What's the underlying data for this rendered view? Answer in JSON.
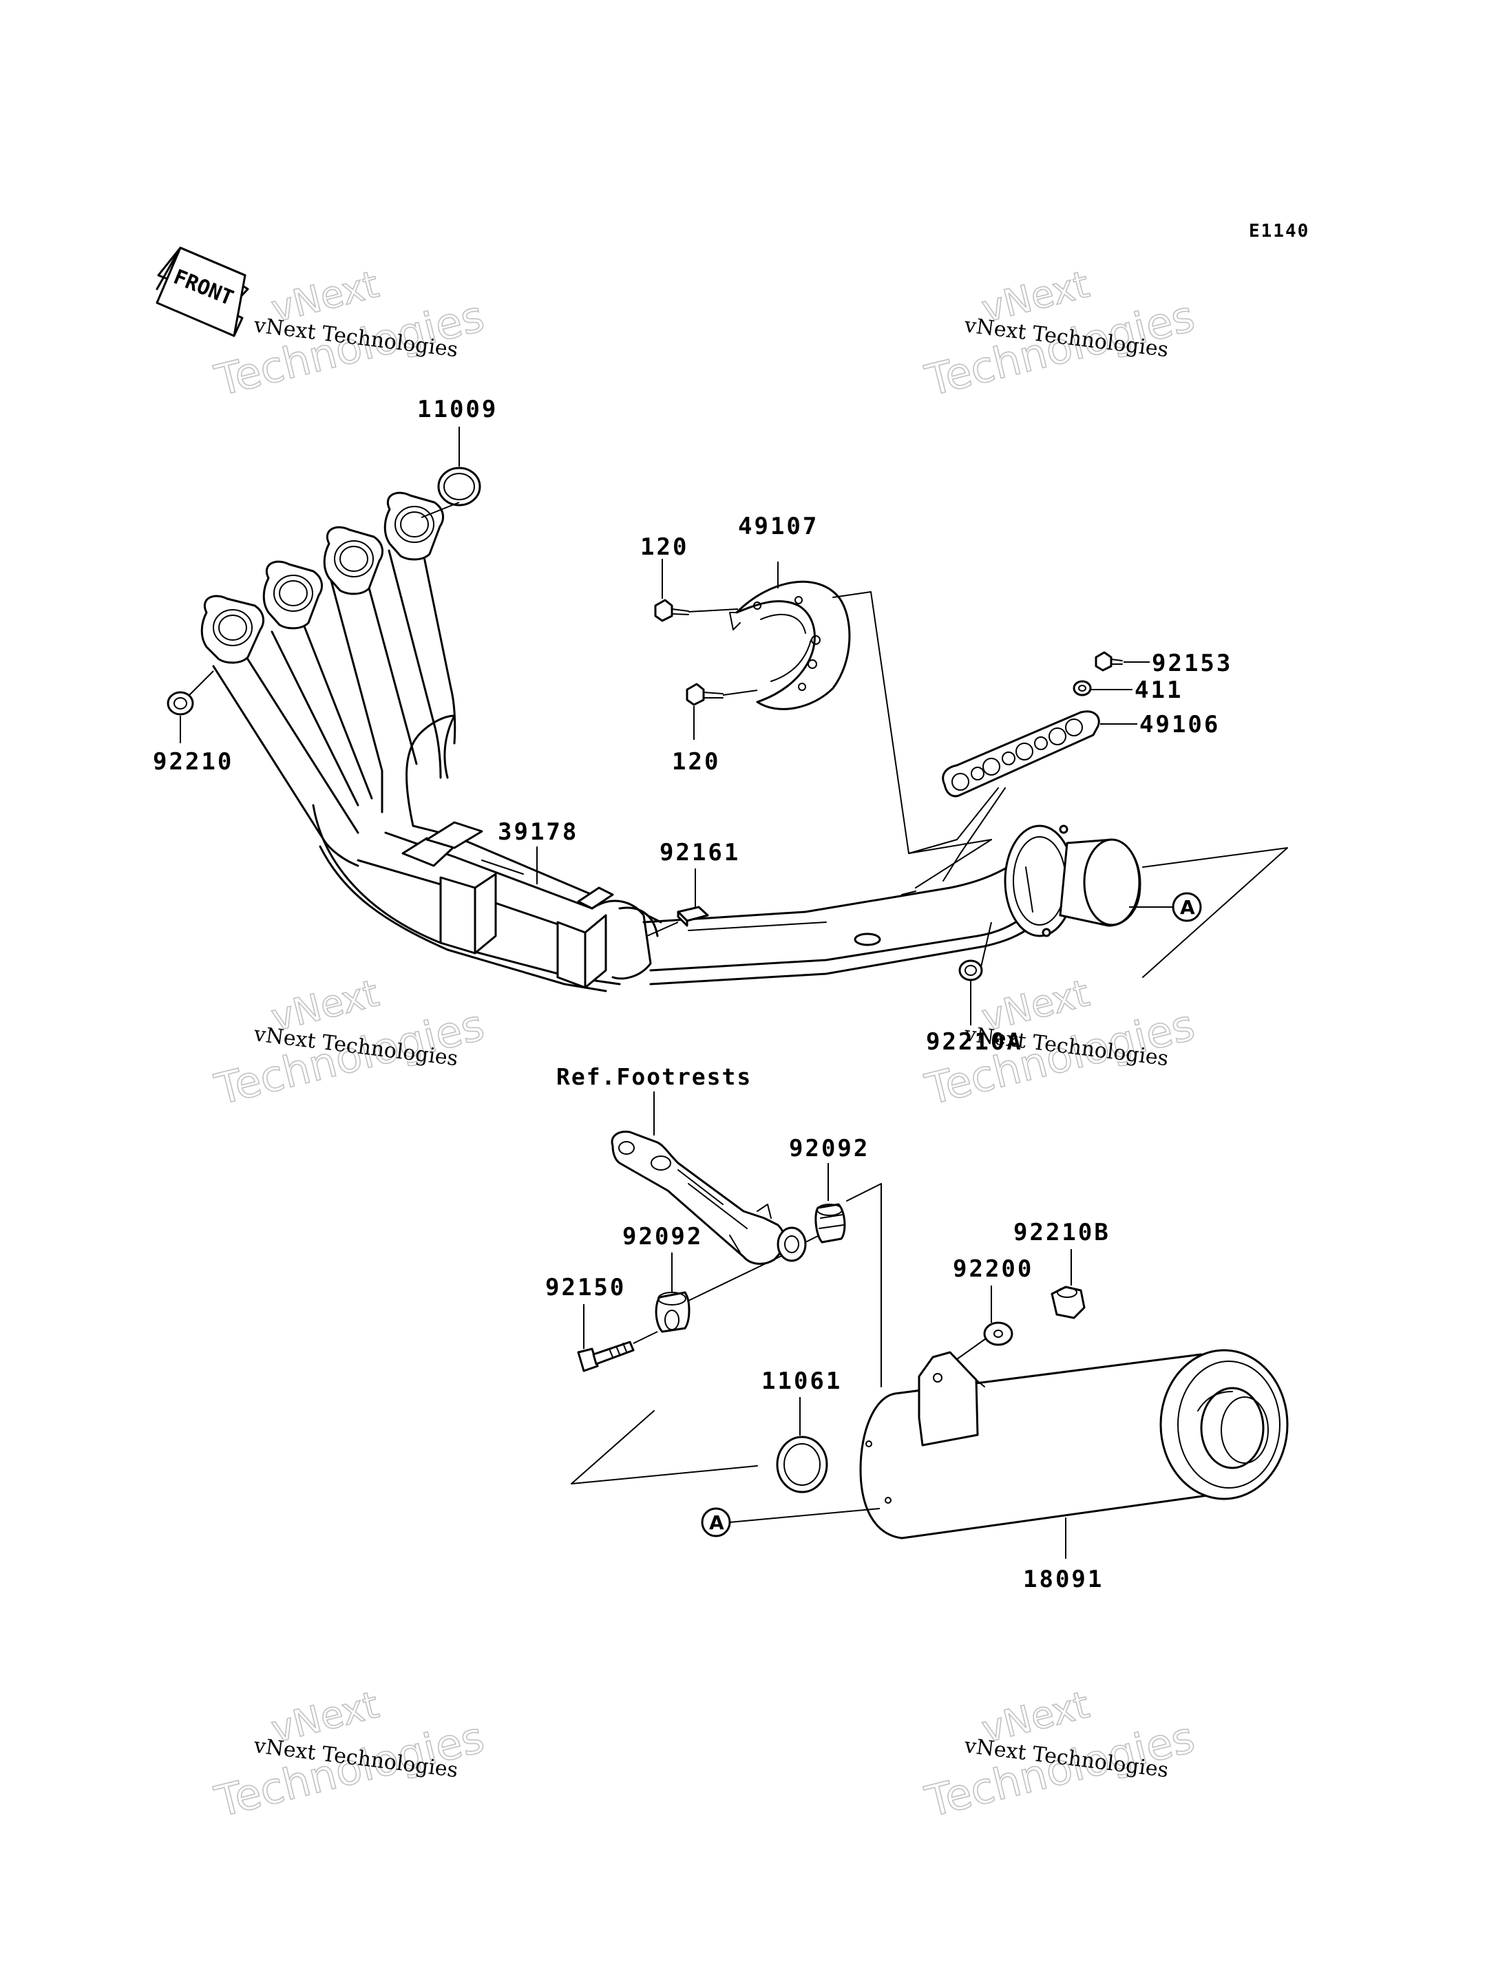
{
  "diagram_code": "E1140",
  "front_label": "FRONT",
  "watermark": {
    "line1": "vNext Technologies",
    "line2": "Technologies",
    "line3": "vNext"
  },
  "parts": {
    "p11009": "11009",
    "p92210": "92210",
    "p39178": "39178",
    "p120_top": "120",
    "p120_bottom": "120",
    "p49107": "49107",
    "p92153": "92153",
    "p411": "411",
    "p49106": "49106",
    "p92161": "92161",
    "p92210A": "92210A",
    "ref_footrests": "Ref.Footrests",
    "p92092_top": "92092",
    "p92092_bottom": "92092",
    "p92150": "92150",
    "p92210B": "92210B",
    "p92200": "92200",
    "p11061": "11061",
    "p18091": "18091"
  },
  "ref_marker": "A"
}
